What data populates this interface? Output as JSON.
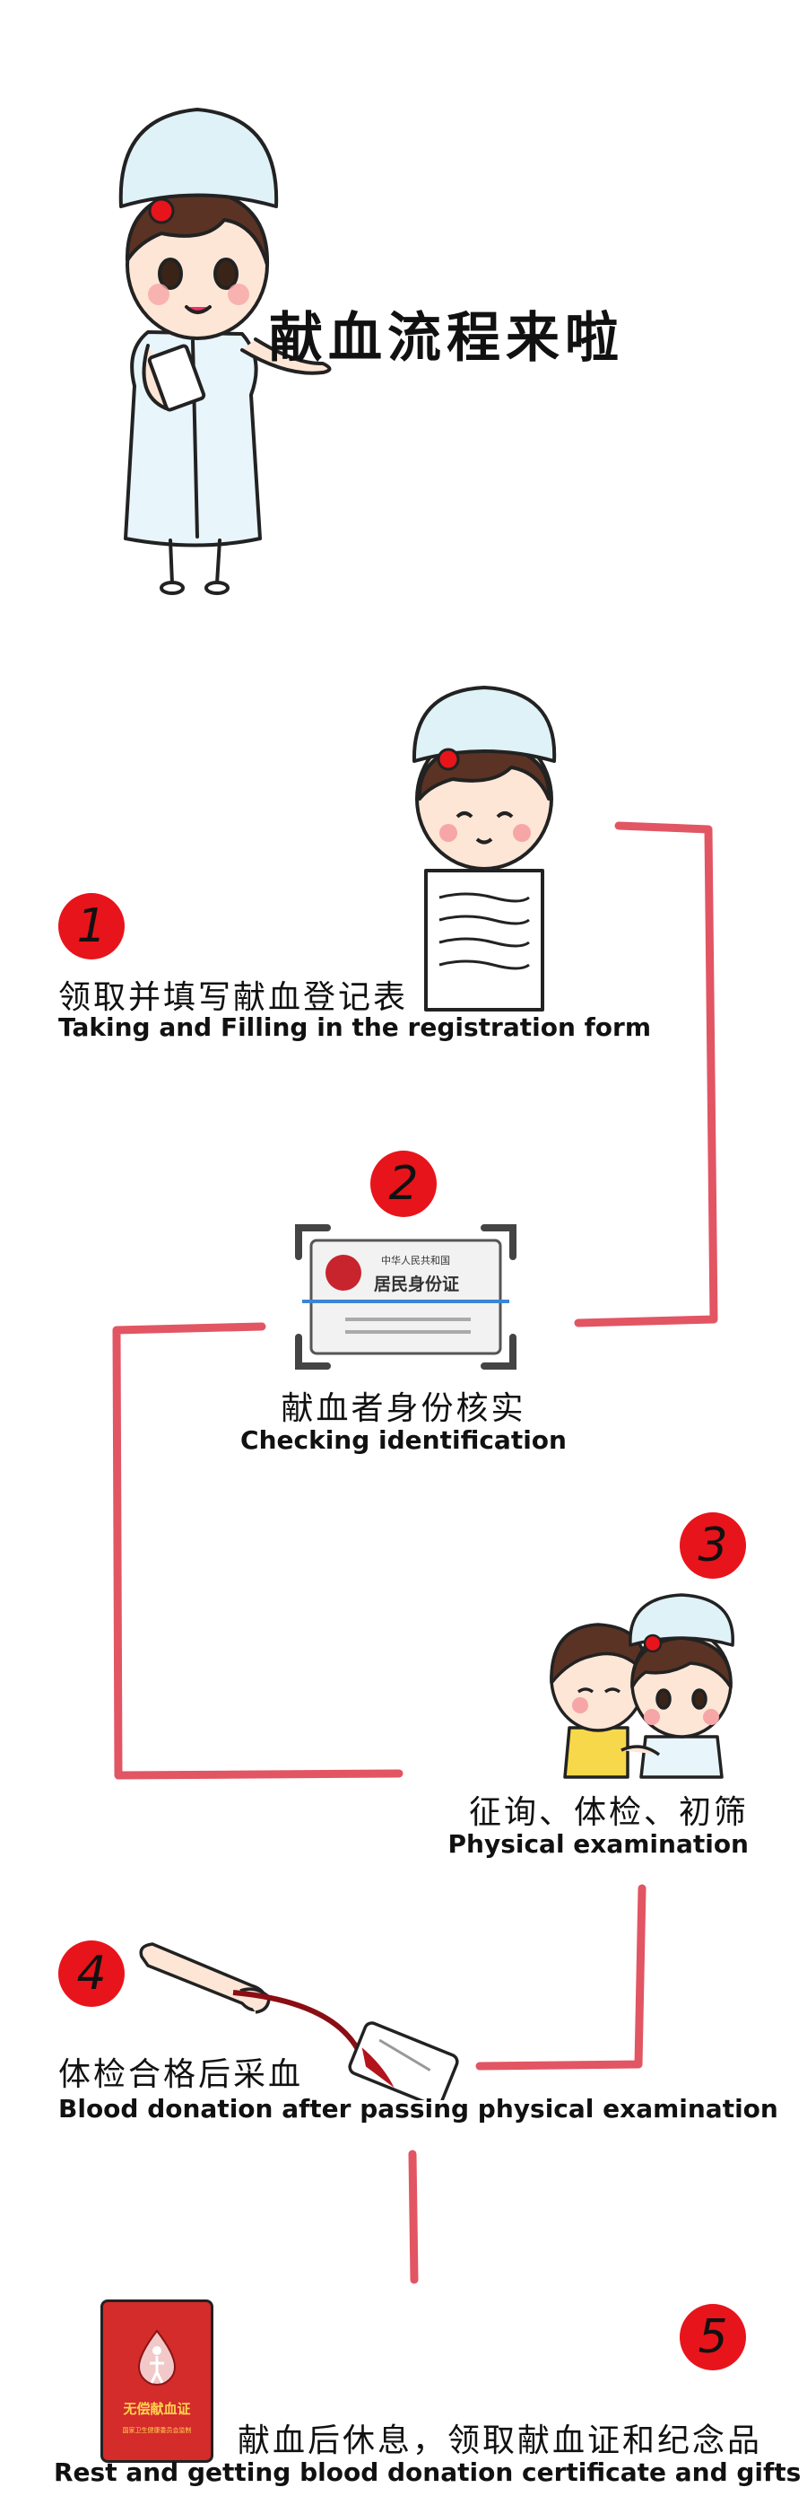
{
  "title": "献血流程来啦",
  "colors": {
    "accent": "#e8141b",
    "connector": "#e25563",
    "nurse_cap": "#dff2f8",
    "skin": "#fde6d6",
    "hair": "#5a3324"
  },
  "steps": [
    {
      "number": "1",
      "zh": "领取并填写献血登记表",
      "en": "Taking and Filling in the registration form"
    },
    {
      "number": "2",
      "zh": "献血者身份核实",
      "en": "Checking identification",
      "card_country": "中华人民共和国",
      "card_title": "居民身份证"
    },
    {
      "number": "3",
      "zh": "征询、体检、初筛",
      "en": "Physical examination"
    },
    {
      "number": "4",
      "zh": "体检合格后采血",
      "en": "Blood donation after passing physical examination"
    },
    {
      "number": "5",
      "zh": "献血后休息，领取献血证和纪念品",
      "en": "Rest and getting blood donation certificate and gifts",
      "certificate_title": "无偿献血证",
      "certificate_sub": "国家卫生健康委员会监制"
    }
  ]
}
